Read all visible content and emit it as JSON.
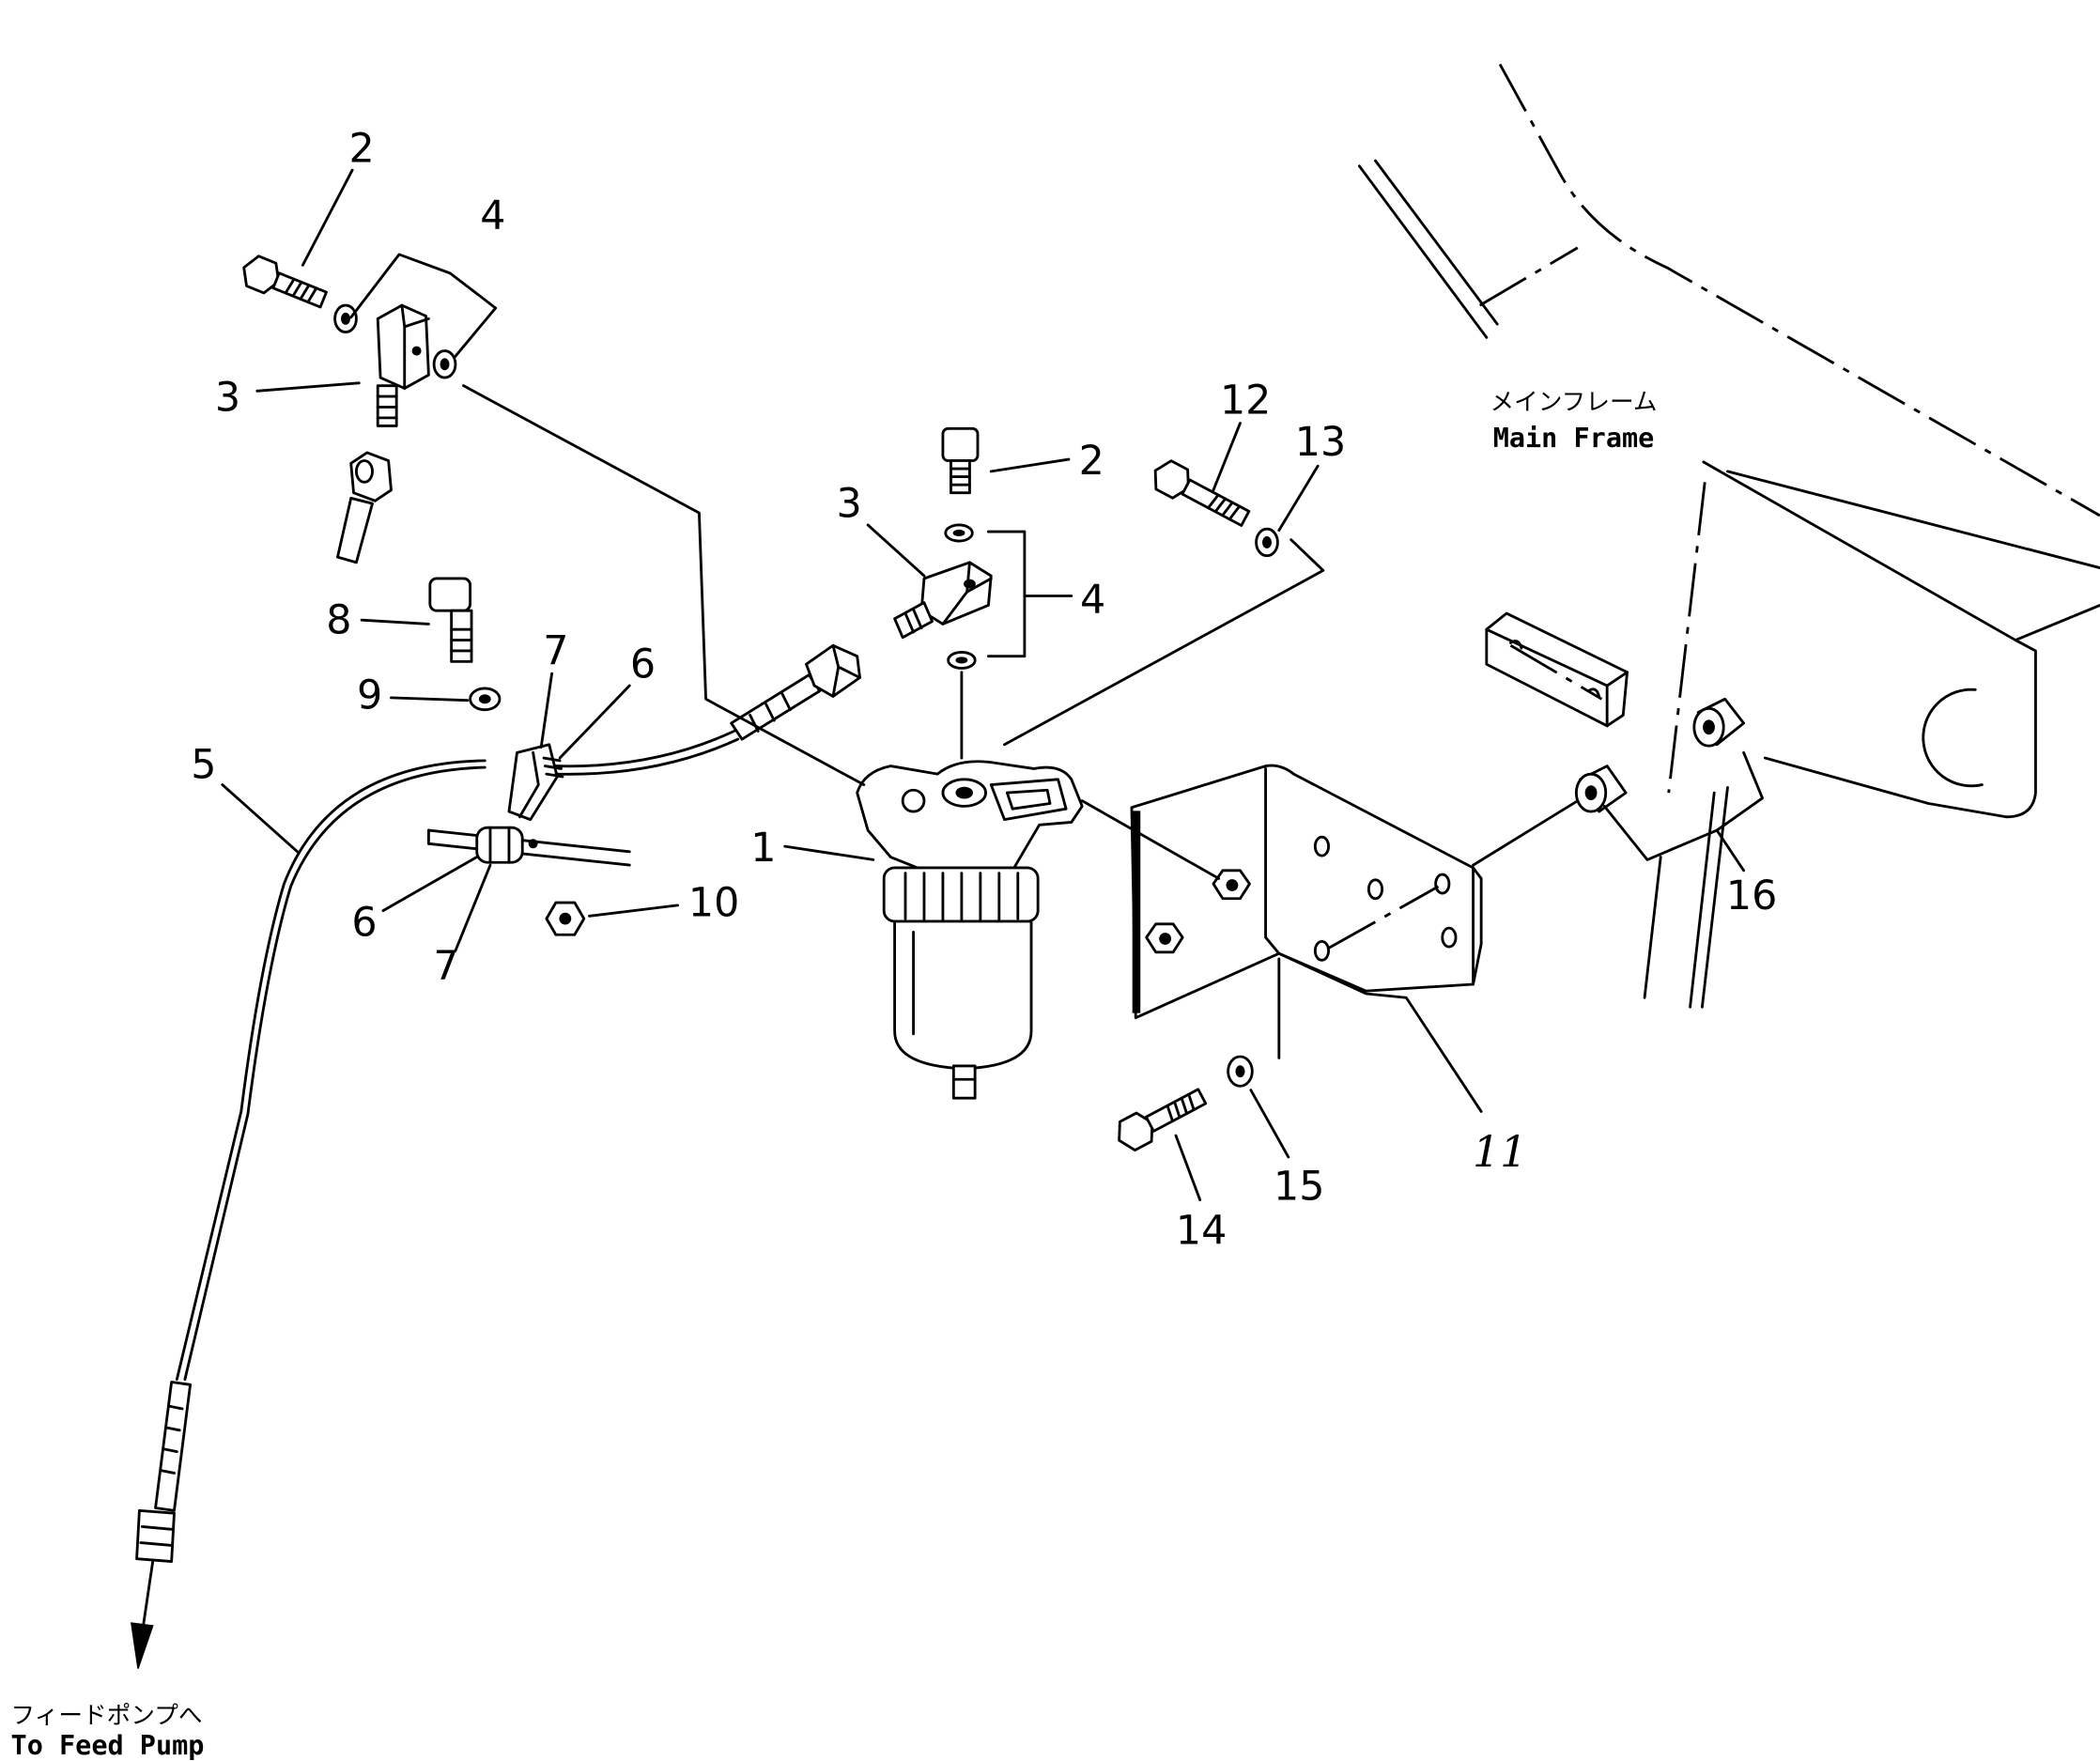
{
  "callouts": [
    "2",
    "4",
    "3",
    "2",
    "3",
    "12",
    "13",
    "4",
    "8",
    "7",
    "6",
    "9",
    "5",
    "1",
    "10",
    "6",
    "7",
    "16",
    "11",
    "15",
    "14"
  ],
  "notes": {
    "main_frame_jp": "メインフレーム",
    "main_frame_en": "Main Frame",
    "feed_pump_jp": "フィードポンプへ",
    "feed_pump_en": "To Feed Pump"
  }
}
